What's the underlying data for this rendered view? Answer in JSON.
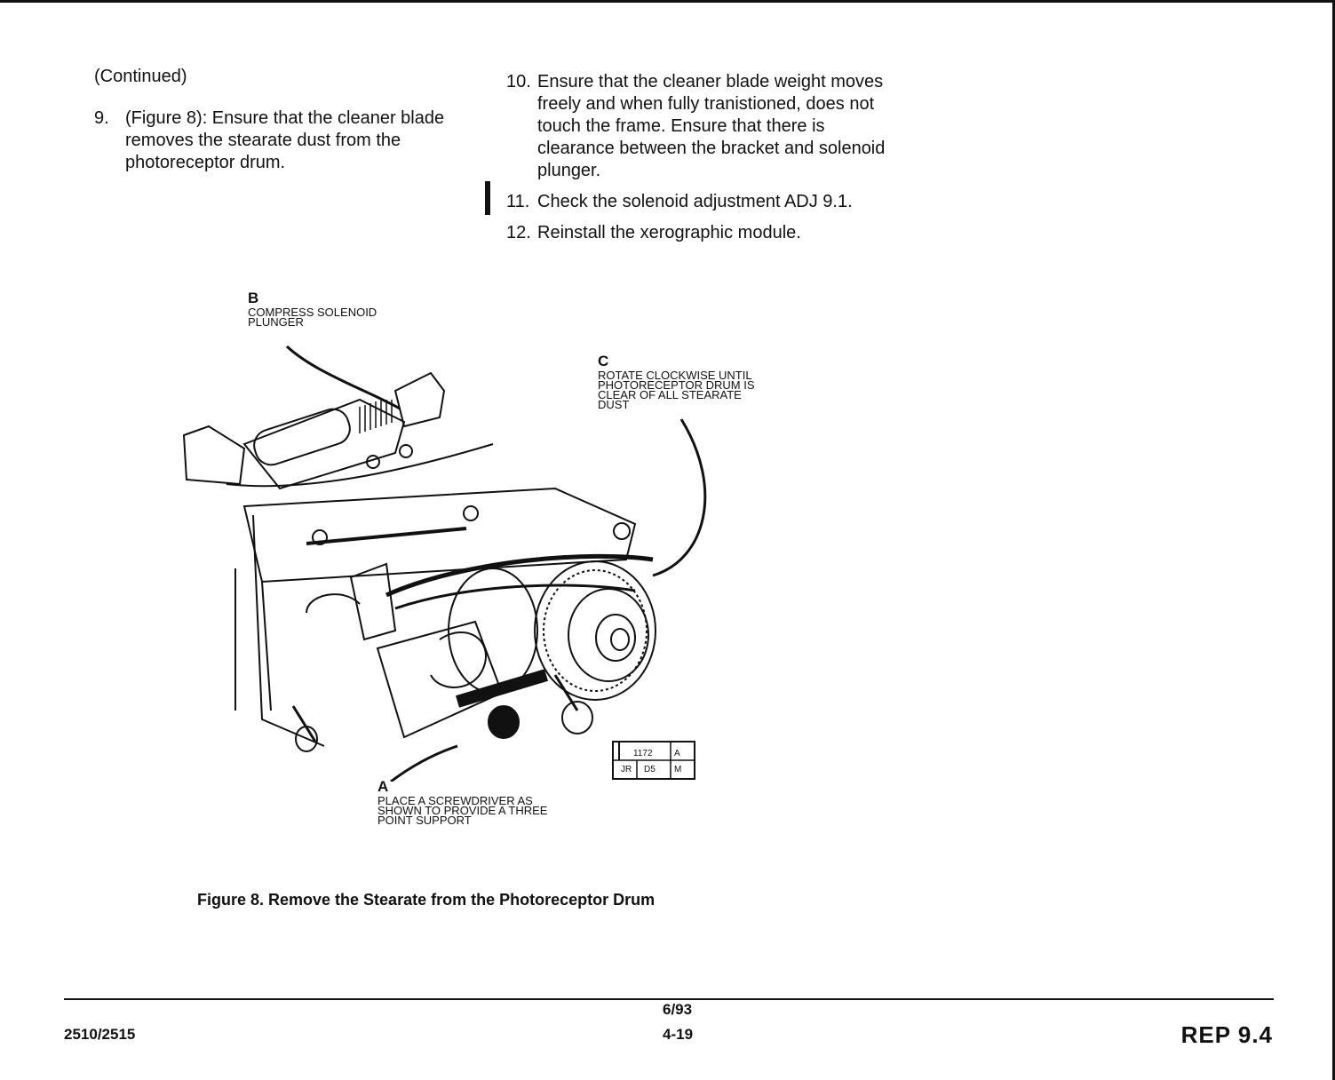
{
  "continued": "(Continued)",
  "steps_left": [
    {
      "num": "9.",
      "text": "(Figure 8): Ensure that the cleaner blade removes the stearate dust from the photoreceptor drum."
    }
  ],
  "steps_right": [
    {
      "num": "10.",
      "text": "Ensure that the cleaner blade weight moves freely and when fully tranistioned, does not touch the frame. Ensure that there is clearance between the bracket and solenoid plunger."
    },
    {
      "num": "11.",
      "text": "Check the solenoid adjustment ADJ 9.1."
    },
    {
      "num": "12.",
      "text": "Reinstall the xerographic module."
    }
  ],
  "callouts": {
    "b": {
      "letter": "B",
      "lines": [
        "COMPRESS SOLENOID",
        "PLUNGER"
      ]
    },
    "c": {
      "letter": "C",
      "lines": [
        "ROTATE CLOCKWISE UNTIL",
        "PHOTORECEPTOR DRUM IS",
        "CLEAR OF ALL STEARATE",
        "DUST"
      ]
    },
    "a": {
      "letter": "A",
      "lines": [
        "PLACE A SCREWDRIVER AS",
        "SHOWN TO PROVIDE A THREE",
        "POINT SUPPORT"
      ]
    }
  },
  "ref_box": {
    "r1c1": "1172",
    "r1c2": "A",
    "r2c1": "JR",
    "r2c2": "D5",
    "r2c3": "M"
  },
  "figure_caption": "Figure 8. Remove the Stearate from the Photoreceptor Drum",
  "footer": {
    "model": "2510/2515",
    "date": "6/93",
    "page": "4-19",
    "section": "REP 9.4"
  }
}
